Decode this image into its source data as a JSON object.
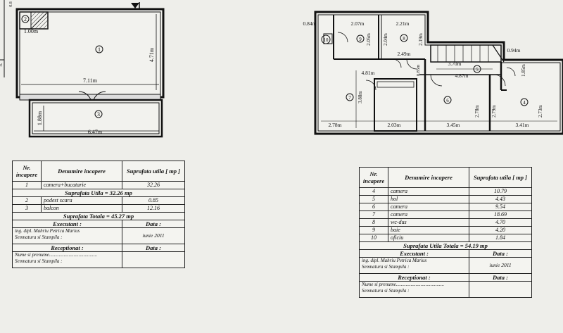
{
  "left_plan": {
    "room_numbers": [
      "1",
      "2",
      "3"
    ],
    "dimensions": [
      "1.00m",
      "4.71m",
      "7.11m",
      "1.88m",
      "6.47m"
    ],
    "edge_marks": [
      "0.8",
      "5."
    ]
  },
  "right_plan": {
    "room_numbers": [
      "10",
      "9",
      "8",
      "7",
      "6",
      "5",
      "4"
    ],
    "dimensions": [
      "0.84m",
      "2.07m",
      "2.21m",
      "2.05m",
      "2.04m",
      "2.19m",
      "2.49m",
      "0.94m",
      "3.70m",
      "4.81m",
      "0.85m",
      "4.87m",
      "1.85m",
      "3.88m",
      "2.78m",
      "2.79m",
      "2.73m",
      "2.78m",
      "2.03m",
      "3.45m",
      "3.41m"
    ]
  },
  "table_left": {
    "col_nr": "Nr. incapere",
    "col_name": "Denumire incapere",
    "col_area": "Suprafata utila [ mp ]",
    "rows_a": [
      {
        "nr": "1",
        "name": "camera+bucatarie",
        "area": "32.26"
      }
    ],
    "sum_util": "Suprafata Utila = 32.26 mp",
    "rows_b": [
      {
        "nr": "2",
        "name": "podest scara",
        "area": "0.85"
      },
      {
        "nr": "3",
        "name": "balcon",
        "area": "12.16"
      }
    ],
    "sum_total": "Suprafata Totala = 45.27 mp",
    "executant_label": "Executant :",
    "data_label": "Data :",
    "executant_name": "ing. dipl. Mahriu Petrica Marius",
    "executant_sign": "Semnatura si Stampila :",
    "executant_date": "iunie 2011",
    "receptionat_label": "Receptionat :",
    "receptionat_data_label": "Data :",
    "receptionat_name": "Nume si prenume.......................................",
    "receptionat_sign": "Semnatura si Stampila :"
  },
  "table_right": {
    "col_nr": "Nr. incapere",
    "col_name": "Denumire incapere",
    "col_area": "Suprafata utila [ mp ]",
    "rows": [
      {
        "nr": "4",
        "name": "camera",
        "area": "10.79"
      },
      {
        "nr": "5",
        "name": "hol",
        "area": "4.43"
      },
      {
        "nr": "6",
        "name": "camera",
        "area": "9.54"
      },
      {
        "nr": "7",
        "name": "camera",
        "area": "18.69"
      },
      {
        "nr": "8",
        "name": "wc-dus",
        "area": "4.70"
      },
      {
        "nr": "9",
        "name": "baie",
        "area": "4.20"
      },
      {
        "nr": "10",
        "name": "oficiu",
        "area": "1.84"
      }
    ],
    "sum_total": "Suprafata Utila Totala = 54.19 mp",
    "executant_label": "Executant :",
    "data_label": "Data :",
    "executant_name": "ing. dipl. Mahriu Petrica Marius",
    "executant_sign": "Semnatura si Stampila :",
    "executant_date": "iunie 2011",
    "receptionat_label": "Receptionat :",
    "receptionat_data_label": "Data :",
    "receptionat_name": "Nume si prenume.......................................",
    "receptionat_sign": "Semnatura si Stampila :"
  }
}
